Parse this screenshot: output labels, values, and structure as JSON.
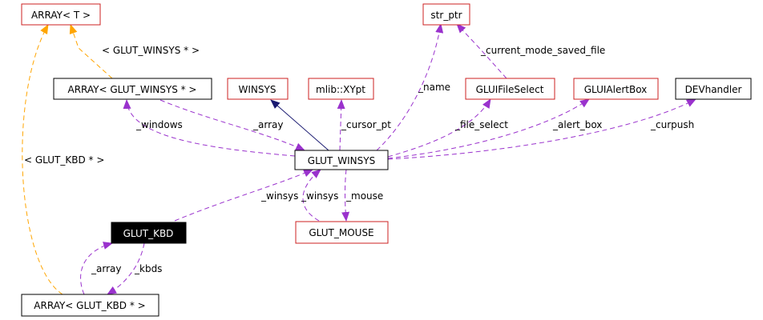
{
  "diagram": {
    "nodes": {
      "array_t": "ARRAY< T >",
      "str_ptr": "str_ptr",
      "array_winsys": "ARRAY< GLUT_WINSYS * >",
      "winsys": "WINSYS",
      "xypt": "mlib::XYpt",
      "file_select": "GLUIFileSelect",
      "alert_box": "GLUIAlertBox",
      "devhandler": "DEVhandler",
      "glut_winsys": "GLUT_WINSYS",
      "glut_mouse": "GLUT_MOUSE",
      "glut_kbd": "GLUT_KBD",
      "array_kbd": "ARRAY< GLUT_KBD * >"
    },
    "edge_labels": {
      "tmpl_winsys": "< GLUT_WINSYS * >",
      "tmpl_kbd": "< GLUT_KBD * >",
      "current_mode": "_current_mode_saved_file",
      "name": "_name",
      "windows": "_windows",
      "array_winsys": "_array",
      "cursor_pt": "_cursor_pt",
      "file_select": "_file_select",
      "alert_box": "_alert_box",
      "curpush": "_curpush",
      "winsys_kbd": "_winsys",
      "winsys_mouse": "_winsys",
      "mouse": "_mouse",
      "array_kbd": "_array",
      "kbds": "_kbds"
    },
    "colors": {
      "node_border_red": "#cc2222",
      "node_border_black": "#000000",
      "highlight_fill": "#000000",
      "highlight_text": "#ffffff",
      "usage_edge": "#9a32cd",
      "template_edge": "#ffa500",
      "inheritance_edge": "#191970"
    }
  }
}
